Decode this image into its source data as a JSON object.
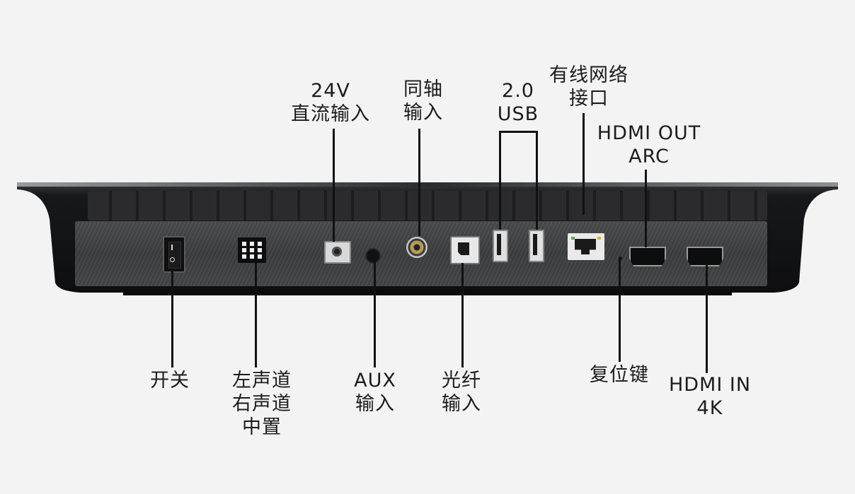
{
  "labels": {
    "power_switch": [
      "开关"
    ],
    "speaker_channels": [
      "左声道",
      "右声道",
      "中置"
    ],
    "dc_input": [
      "24V",
      "直流输入"
    ],
    "aux_input": [
      "AUX",
      "输入"
    ],
    "coaxial_input": [
      "同轴",
      "输入"
    ],
    "optical_input": [
      "光纤",
      "输入"
    ],
    "usb": [
      "2.0",
      "USB"
    ],
    "ethernet": [
      "有线网络",
      "接口"
    ],
    "hdmi_out": [
      "HDMI OUT",
      "ARC"
    ],
    "reset_key": [
      "复位键"
    ],
    "hdmi_in": [
      "HDMI IN",
      "4K"
    ]
  },
  "colors": {
    "background": "#f3f3f3",
    "device_body": "#1f1f21",
    "panel": "#434446",
    "leader_line": "#111111"
  }
}
